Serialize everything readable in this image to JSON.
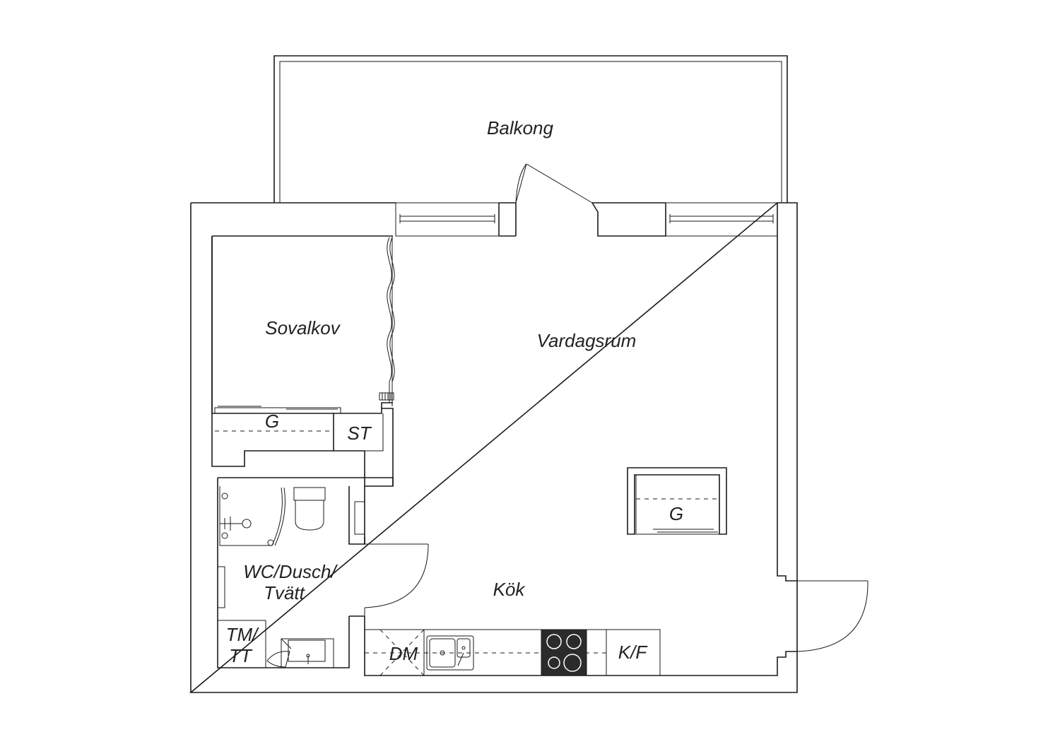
{
  "plan": {
    "rooms": {
      "balcony": "Balkong",
      "alcove": "Sovalkov",
      "living": "Vardagsrum",
      "kitchen": "Kök",
      "bath_line1": "WC/Dusch/",
      "bath_line2": "Tvätt"
    },
    "fixtures": {
      "wardrobe_alcove": "G",
      "storage": "ST",
      "wardrobe_island": "G",
      "washer_line1": "TM/",
      "washer_line2": "TT",
      "dishwasher": "DM",
      "fridge_freezer": "K/F"
    },
    "colors": {
      "line": "#1a1a1a",
      "stove_fill": "#2b2b2b",
      "background": "#ffffff"
    }
  }
}
